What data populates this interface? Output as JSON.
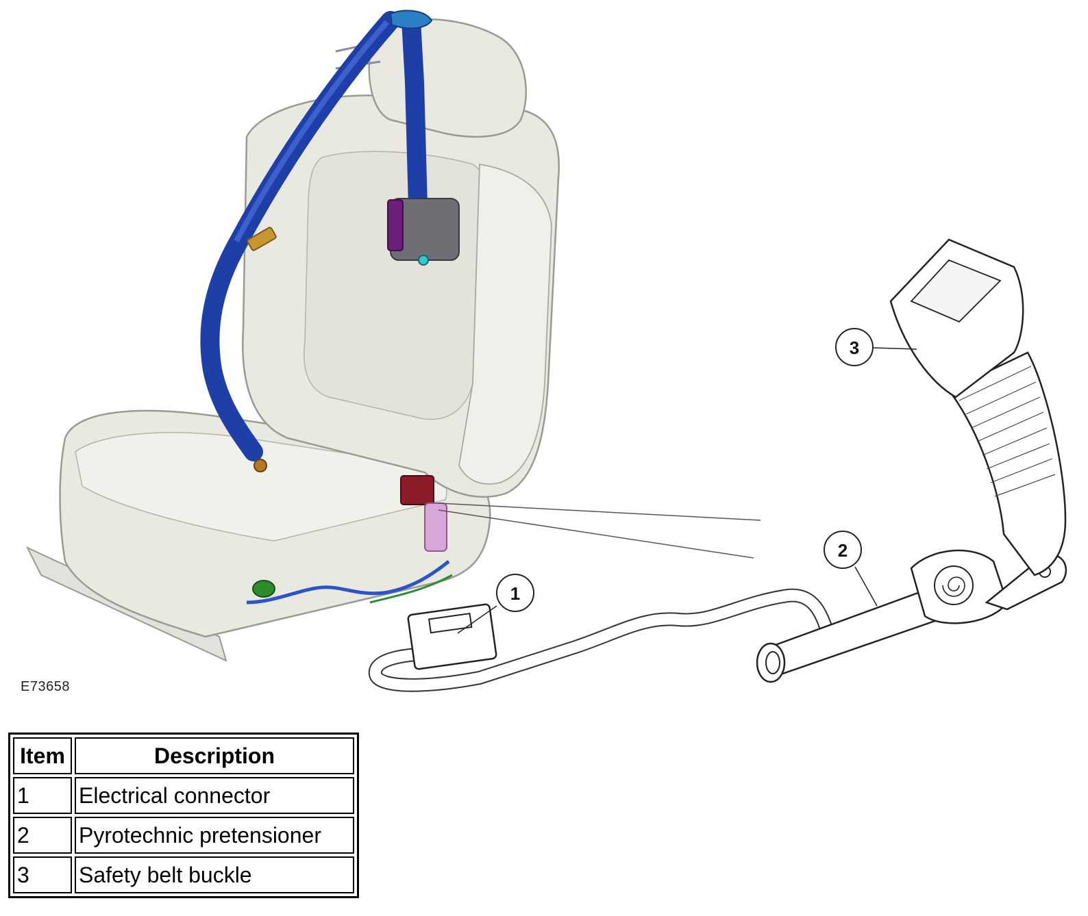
{
  "figure": {
    "id_label": "E73658",
    "callouts": [
      {
        "number": "1"
      },
      {
        "number": "2"
      },
      {
        "number": "3"
      }
    ]
  },
  "legend": {
    "header_item": "Item",
    "header_description": "Description",
    "rows": [
      {
        "item": "1",
        "description": "Electrical connector"
      },
      {
        "item": "2",
        "description": "Pyrotechnic pretensioner"
      },
      {
        "item": "3",
        "description": "Safety belt buckle"
      }
    ]
  },
  "colors": {
    "seat_fill": "#e9e9e2",
    "seat_stroke": "#9a9a92",
    "belt_blue": "#1f3fa8",
    "connector_red": "#8e1b2a",
    "connector_pink": "#d8a6d8",
    "harness_blue": "#2a55c8",
    "module_green": "#2e8b2e"
  }
}
